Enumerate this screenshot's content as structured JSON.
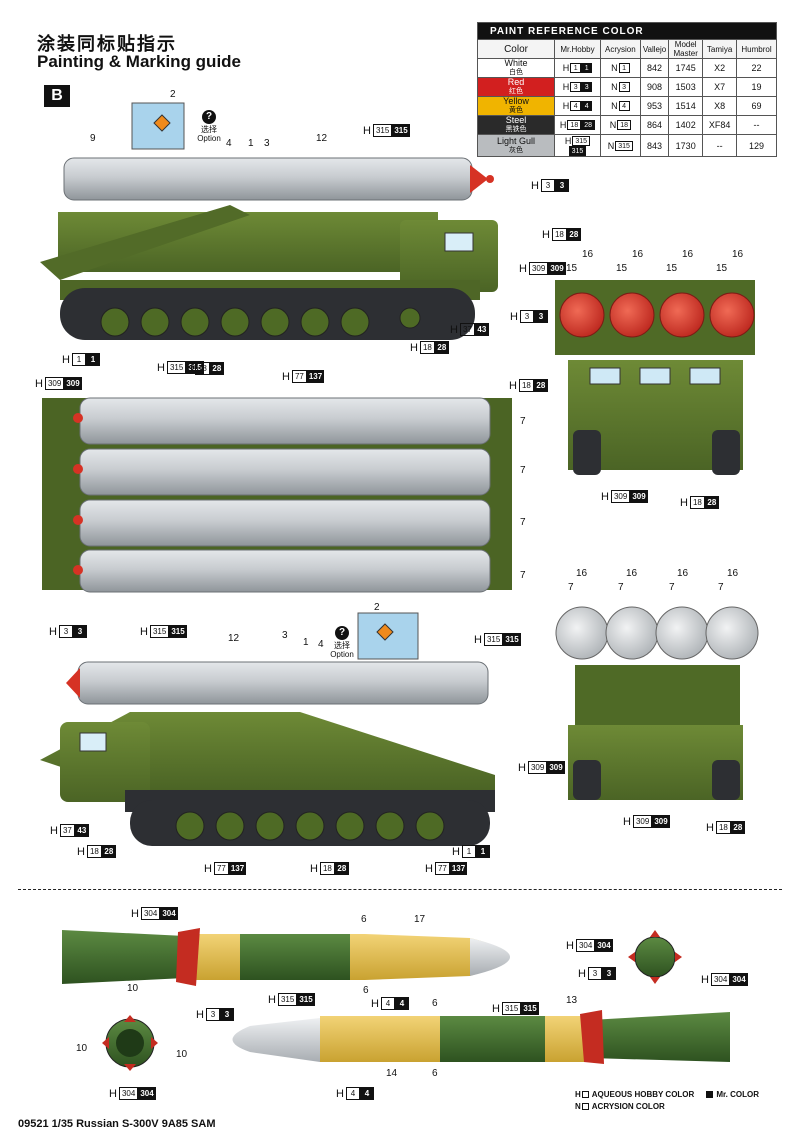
{
  "header": {
    "title_cn": "涂装同标贴指示",
    "title_en": "Painting & Marking guide",
    "section_badge": "B"
  },
  "paint_table": {
    "title": "PAINT  REFERENCE COLOR",
    "columns": [
      "Color",
      "Mr.Hobby",
      "Acrysion",
      "Vallejo",
      "Model Master",
      "Tamiya",
      "Humbrol"
    ],
    "rows": [
      {
        "name": "White",
        "name_cn": "白色",
        "swatch": "#ffffff",
        "text_color": "#111111",
        "hobby": "1",
        "acrysion": "1",
        "vallejo": "842",
        "model_master": "1745",
        "tamiya": "X2",
        "humbrol": "22"
      },
      {
        "name": "Red",
        "name_cn": "红色",
        "swatch": "#d21f1f",
        "text_color": "#ffffff",
        "hobby": "3",
        "acrysion": "3",
        "vallejo": "908",
        "model_master": "1503",
        "tamiya": "X7",
        "humbrol": "19"
      },
      {
        "name": "Yellow",
        "name_cn": "黄色",
        "swatch": "#f0b400",
        "text_color": "#111111",
        "hobby": "4",
        "acrysion": "4",
        "vallejo": "953",
        "model_master": "1514",
        "tamiya": "X8",
        "humbrol": "69"
      },
      {
        "name": "Steel",
        "name_cn": "黑铁色",
        "swatch": "#2a2a2a",
        "text_color": "#ffffff",
        "hobby": "18",
        "hobby_dark": "28",
        "acrysion": "18",
        "vallejo": "864",
        "model_master": "1402",
        "tamiya": "XF84",
        "humbrol": "--"
      },
      {
        "name": "Light Gull",
        "name_cn": "灰色",
        "swatch": "#b9bcbf",
        "text_color": "#111111",
        "hobby": "315",
        "hobby_dark": "315",
        "acrysion": "315",
        "vallejo": "843",
        "model_master": "1730",
        "tamiya": "--",
        "humbrol": "129"
      }
    ]
  },
  "option": {
    "icon": "?",
    "label_cn": "选择",
    "label_en": "Option"
  },
  "callouts": {
    "c_h315_top": {
      "letter": "H",
      "white": "315",
      "black": "315"
    },
    "c_h3_top": {
      "letter": "H",
      "white": "3",
      "black": "3"
    },
    "c_h18_top": {
      "letter": "H",
      "white": "18",
      "black": "28"
    },
    "c_h309_side": {
      "letter": "H",
      "white": "309",
      "black": "309"
    },
    "c_h37_side": {
      "letter": "H",
      "white": "37",
      "black": "43"
    },
    "c_h18_side": {
      "letter": "H",
      "white": "18",
      "black": "28"
    },
    "c_h1_side": {
      "letter": "H",
      "white": "1",
      "black": "1"
    },
    "c_h315_side": {
      "letter": "H",
      "white": "315",
      "black": "315"
    },
    "c_h18_side2": {
      "letter": "H",
      "white": "18",
      "black": "28"
    },
    "c_h77_side": {
      "letter": "H",
      "white": "77",
      "black": "137"
    },
    "c_h3_rear": {
      "letter": "H",
      "white": "3",
      "black": "3"
    },
    "c_h18_rear": {
      "letter": "H",
      "white": "18",
      "black": "28"
    },
    "c_h309_rear": {
      "letter": "H",
      "white": "309",
      "black": "309"
    },
    "c_h18_rear2": {
      "letter": "H",
      "white": "18",
      "black": "28"
    },
    "c_h309_topview": {
      "letter": "H",
      "white": "309",
      "black": "309"
    },
    "c_h3_left": {
      "letter": "H",
      "white": "3",
      "black": "3"
    },
    "c_h315_left": {
      "letter": "H",
      "white": "315",
      "black": "315"
    },
    "c_h315_front": {
      "letter": "H",
      "white": "315",
      "black": "315"
    },
    "c_h309_left": {
      "letter": "H",
      "white": "309",
      "black": "309"
    },
    "c_h309_front": {
      "letter": "H",
      "white": "309",
      "black": "309"
    },
    "c_h18_front": {
      "letter": "H",
      "white": "18",
      "black": "28"
    },
    "c_h37_left": {
      "letter": "H",
      "white": "37",
      "black": "43"
    },
    "c_h18_left": {
      "letter": "H",
      "white": "18",
      "black": "28"
    },
    "c_h1_left": {
      "letter": "H",
      "white": "1",
      "black": "1"
    },
    "c_h77_left": {
      "letter": "H",
      "white": "77",
      "black": "137"
    },
    "c_h18_left2": {
      "letter": "H",
      "white": "18",
      "black": "28"
    },
    "c_h77_left2": {
      "letter": "H",
      "white": "77",
      "black": "137"
    },
    "c_h304_m1": {
      "letter": "H",
      "white": "304",
      "black": "304"
    },
    "c_h3_m1": {
      "letter": "H",
      "white": "3",
      "black": "3"
    },
    "c_h315_m1": {
      "letter": "H",
      "white": "315",
      "black": "315"
    },
    "c_h4_m1": {
      "letter": "H",
      "white": "4",
      "black": "4"
    },
    "c_h315_m1b": {
      "letter": "H",
      "white": "315",
      "black": "315"
    },
    "c_h304_end": {
      "letter": "H",
      "white": "304",
      "black": "304"
    },
    "c_h3_m2": {
      "letter": "H",
      "white": "3",
      "black": "3"
    },
    "c_h304_m2": {
      "letter": "H",
      "white": "304",
      "black": "304"
    },
    "c_h304_m2b": {
      "letter": "H",
      "white": "304",
      "black": "304"
    },
    "c_h4_m2": {
      "letter": "H",
      "white": "4",
      "black": "4"
    }
  },
  "numbers": {
    "n2a": "2",
    "n9": "9",
    "n4a": "4",
    "n1a": "1",
    "n3a": "3",
    "n12a": "12",
    "n16a": "16",
    "n16b": "16",
    "n16c": "16",
    "n16d": "16",
    "n15a": "15",
    "n15b": "15",
    "n15c": "15",
    "n15d": "15",
    "n7a": "7",
    "n7b": "7",
    "n7c": "7",
    "n7d": "7",
    "n2b": "2",
    "n12b": "12",
    "n3b": "3",
    "n1b": "1",
    "n4b": "4",
    "n7e": "7",
    "n7f": "7",
    "n7g": "7",
    "n7h": "7",
    "n16e": "16",
    "n16f": "16",
    "n16g": "16",
    "n16h": "16",
    "n6a": "6",
    "n17": "17",
    "n6b": "6",
    "n10a": "10",
    "n10b": "10",
    "n10c": "10",
    "n13": "13",
    "n6c": "6",
    "n14": "14",
    "n6d": "6"
  },
  "legend": {
    "hobby_text": "AQUEOUS HOBBY COLOR",
    "mr_color_text": "Mr. COLOR",
    "acrysion_text": "ACRYSION COLOR",
    "h_letter": "H",
    "n_letter": "N"
  },
  "footer": {
    "text": "09521 1/35 Russian S-300V 9A85 SAM"
  },
  "colors": {
    "vehicle_green": "#5f7a2e",
    "vehicle_green_dark": "#3f5520",
    "missile_gray": "#c9cdd1",
    "missile_red": "#d63224",
    "missile_green": "#3f6a2c",
    "missile_yellow": "#e6c24a",
    "track": "#2d2f33"
  }
}
